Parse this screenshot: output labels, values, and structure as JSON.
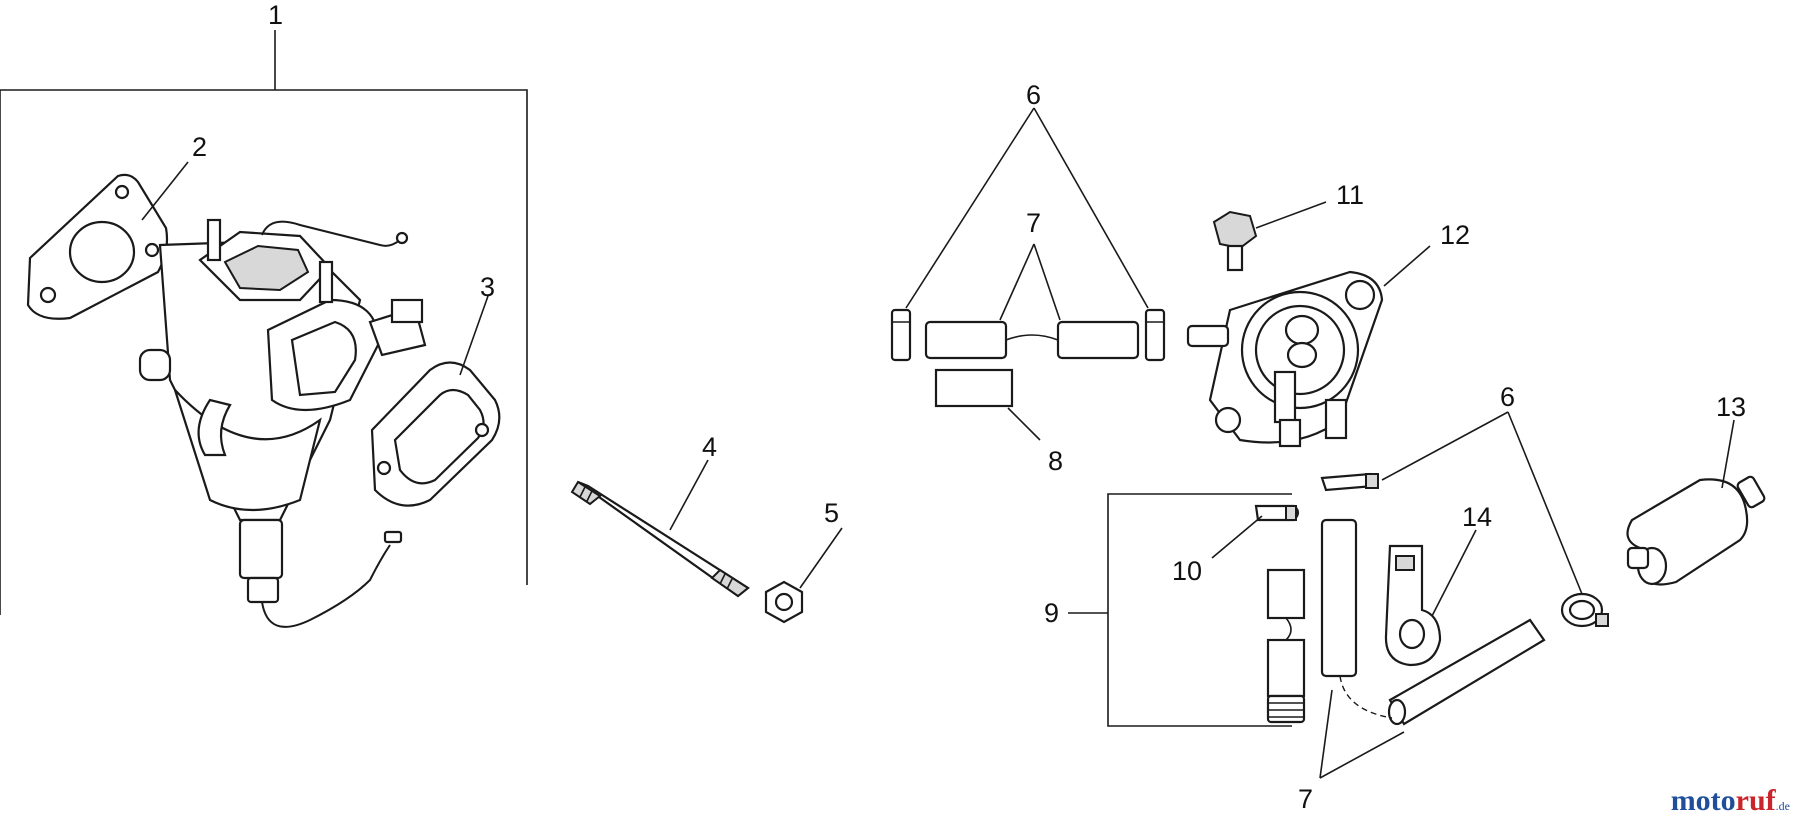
{
  "callouts": {
    "c1": "1",
    "c2": "2",
    "c3": "3",
    "c4": "4",
    "c5": "5",
    "c6a": "6",
    "c6b": "6",
    "c7a": "7",
    "c7b": "7",
    "c8": "8",
    "c9": "9",
    "c10": "10",
    "c11": "11",
    "c12": "12",
    "c13": "13",
    "c14": "14"
  },
  "watermark": {
    "part1": "moto",
    "part2": "ruf",
    "part3": ".de"
  },
  "colors": {
    "ink": "#1a1a1a",
    "brand_blue": "#1f4f9a",
    "brand_red": "#c8262c"
  }
}
